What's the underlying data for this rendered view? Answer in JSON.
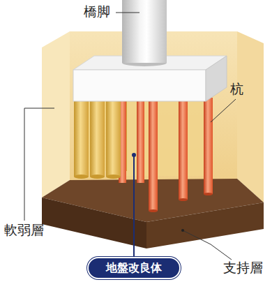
{
  "diagram": {
    "nodes": [
      {
        "text": [
          "地盤改良体"
        ]
      }
    ],
    "labels": [
      "橋脚",
      "杭",
      "軟弱層",
      "支持層"
    ]
  }
}
